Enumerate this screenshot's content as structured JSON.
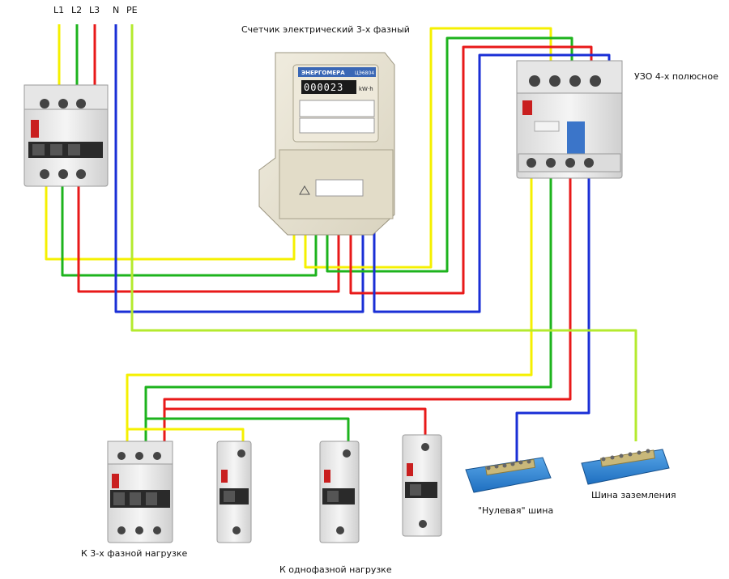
{
  "lines": {
    "l1": "L1",
    "l2": "L2",
    "l3": "L3",
    "n": "N",
    "pe": "PE"
  },
  "labels": {
    "meter_title": "Счетчик электрический 3-х фазный",
    "rcd_title": "УЗО 4-х полюсное",
    "three_phase_load": "К 3-х фазной нагрузке",
    "single_phase_load": "К однофазной нагрузке",
    "neutral_bus": "\"Нулевая\" шина",
    "ground_bus": "Шина заземления"
  },
  "meter": {
    "brand": "ЭНЕРГОМЕРА",
    "model": "ЦЭ6804",
    "reading": "000023",
    "unit": "kW·h"
  },
  "colors": {
    "l1": "#f5f000",
    "l2": "#1db31d",
    "l3": "#e81919",
    "n": "#1a2fd6",
    "pe": "#b4ea2e"
  }
}
